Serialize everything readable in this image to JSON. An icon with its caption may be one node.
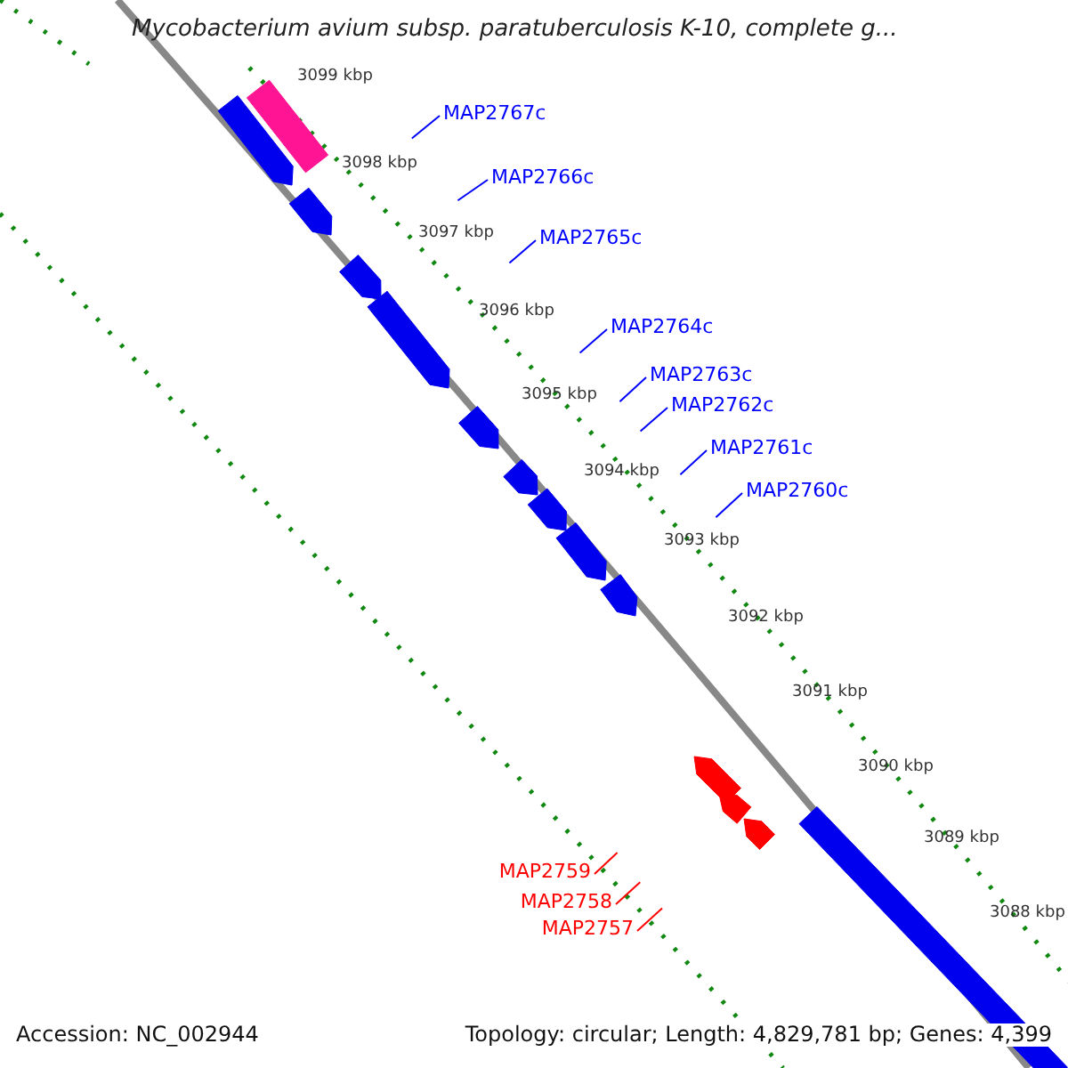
{
  "diagram": {
    "title": "Mycobacterium avium subsp. paratuberculosis K-10, complete g...",
    "nodes": [
      {
        "text": [
          "MAP2767c"
        ]
      },
      {
        "text": [
          "MAP2766c"
        ]
      },
      {
        "text": [
          "MAP2765c"
        ]
      },
      {
        "text": [
          "MAP2764c"
        ]
      },
      {
        "text": [
          "MAP2763c"
        ]
      },
      {
        "text": [
          "MAP2762c"
        ]
      },
      {
        "text": [
          "MAP2761c"
        ]
      },
      {
        "text": [
          "MAP2760c"
        ]
      },
      {
        "text": [
          "MAP2759"
        ]
      },
      {
        "text": [
          "MAP2758"
        ]
      },
      {
        "text": [
          "MAP2757"
        ]
      }
    ],
    "edges": [
      {
        "from": 0,
        "to": null,
        "arrow": "none"
      },
      {
        "from": 1,
        "to": null,
        "arrow": "none"
      },
      {
        "from": 2,
        "to": null,
        "arrow": "none"
      },
      {
        "from": 3,
        "to": null,
        "arrow": "none"
      },
      {
        "from": 4,
        "to": null,
        "arrow": "none"
      },
      {
        "from": 5,
        "to": null,
        "arrow": "none"
      },
      {
        "from": 6,
        "to": null,
        "arrow": "none"
      },
      {
        "from": 7,
        "to": null,
        "arrow": "none"
      },
      {
        "from": 8,
        "to": null,
        "arrow": "none",
        "color": "#ff0000"
      },
      {
        "from": 9,
        "to": null,
        "arrow": "none",
        "color": "#ff0000"
      },
      {
        "from": 10,
        "to": null,
        "arrow": "none",
        "color": "#ff0000"
      }
    ],
    "labels": [
      "3099 kbp",
      "3098 kbp",
      "3097 kbp",
      "3096 kbp",
      "3095 kbp",
      "3094 kbp",
      "3093 kbp",
      "3092 kbp",
      "3091 kbp",
      "3090 kbp",
      "3089 kbp",
      "3088 kbp",
      "Accession: NC_002944",
      "Topology: circular; Length: 4,829,781 bp; Genes: 4,399"
    ]
  }
}
